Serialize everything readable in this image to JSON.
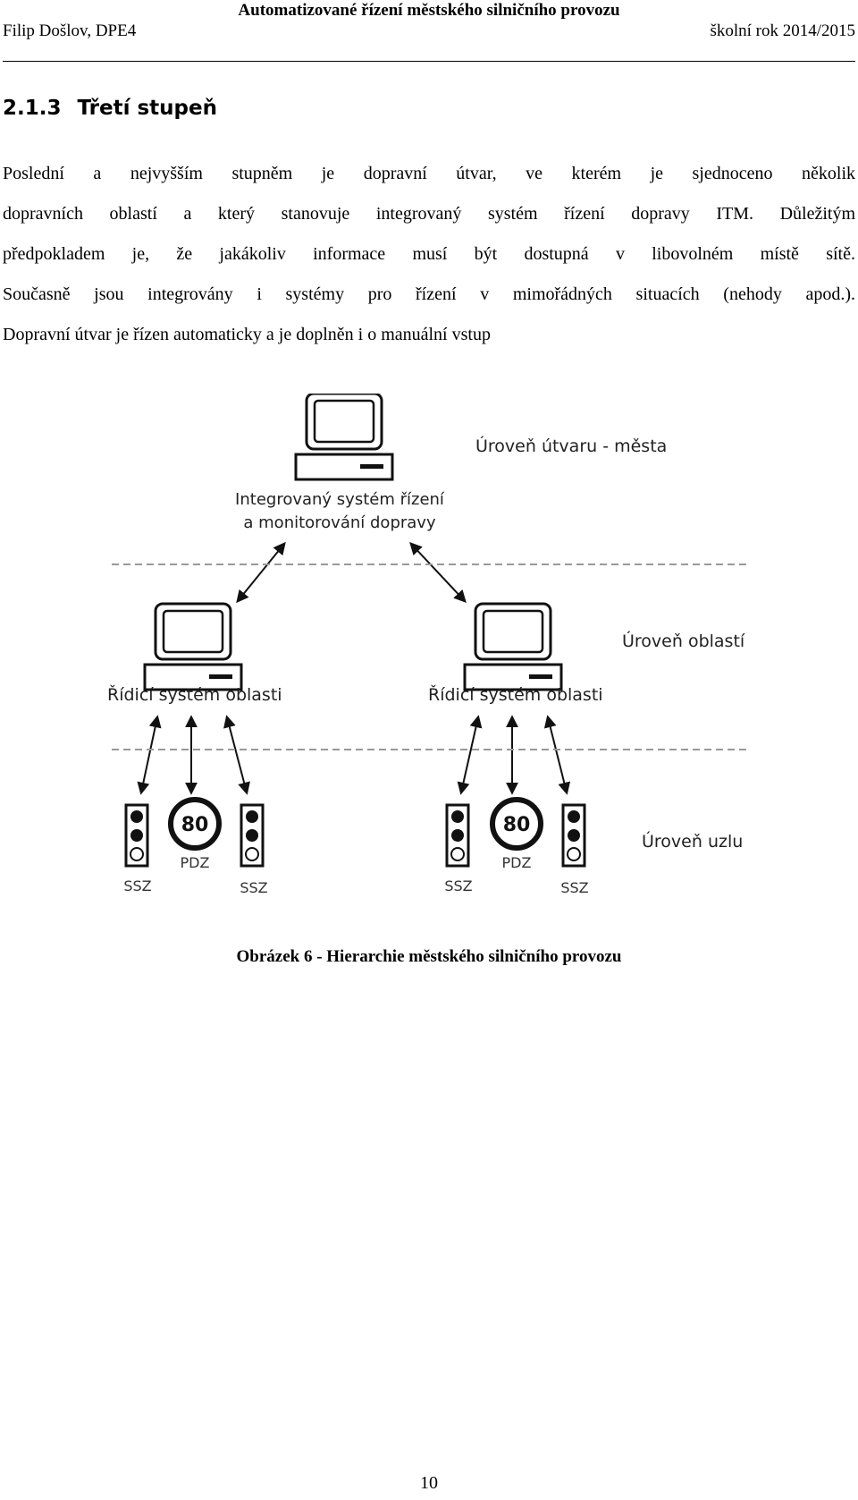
{
  "header": {
    "title": "Automatizované řízení městského silničního provozu",
    "author": "Filip Došlov, DPE4",
    "school_year": "školní rok 2014/2015"
  },
  "section": {
    "number": "2.1.3",
    "title": "Třetí stupeň"
  },
  "paragraph": {
    "lines": [
      "Poslední a nejvyšším stupněm je dopravní útvar, ve kterém je sjednoceno několik",
      "dopravních oblastí a který stanovuje integrovaný systém řízení dopravy ITM. Důležitým",
      "předpokladem je, že jakákoliv informace musí být dostupná v libovolném místě sítě.",
      "Současně jsou integrovány i systémy pro řízení v mimořádných situacích (nehody apod.).",
      "Dopravní útvar je řízen automaticky a je doplněn i o manuální vstup"
    ]
  },
  "figure": {
    "level_city": "Úroveň útvaru - města",
    "level_area": "Úroveň oblastí",
    "level_node": "Úroveň uzlu",
    "top_label_line1": "Integrovaný systém řízení",
    "top_label_line2": "a monitorování dopravy",
    "area_left_label": "Řídicí systém oblasti",
    "area_right_label": "Řídicí systém oblasti",
    "ssz": "SSZ",
    "pdz": "PDZ",
    "speed_limit": "80"
  },
  "caption": "Obrázek 6 - Hierarchie městského silničního provozu",
  "page_number": "10"
}
